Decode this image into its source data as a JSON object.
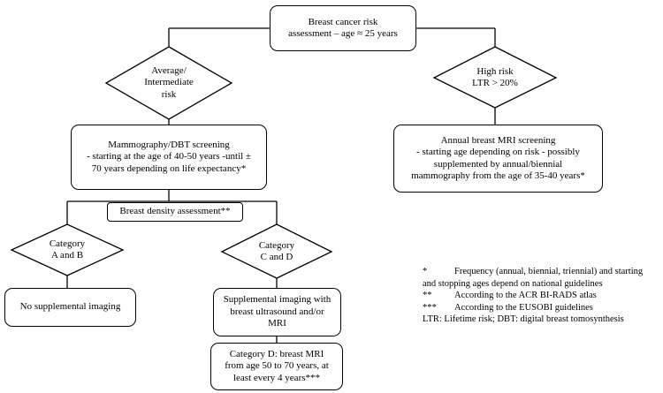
{
  "start": {
    "lines": [
      "Breast cancer risk",
      "assessment – age ≈ 25 years"
    ]
  },
  "decision_average": {
    "lines": [
      "Average/",
      "Intermediate",
      "risk"
    ]
  },
  "decision_high": {
    "lines": [
      "High risk",
      "LTR > 20%"
    ]
  },
  "mammography_box": {
    "lines": [
      "Mammography/DBT screening",
      "- starting at the age of 40-50 years -until ±",
      "70 years depending on life expectancy*"
    ]
  },
  "mri_box": {
    "lines": [
      "Annual breast MRI screening",
      "- starting age depending on risk - possibly",
      "supplemented by annual/biennial",
      "mammography from the age of 35-40 years*"
    ]
  },
  "density_box": {
    "text": "Breast density assessment**"
  },
  "decision_ab": {
    "lines": [
      "Category",
      "A and B"
    ]
  },
  "decision_cd": {
    "lines": [
      "Category",
      "C and D"
    ]
  },
  "no_supplemental": {
    "text": "No supplemental imaging"
  },
  "supplemental_box": {
    "lines": [
      "Supplemental imaging with",
      "breast ultrasound and/or",
      "MRI"
    ]
  },
  "category_d_box": {
    "lines": [
      "Category D: breast MRI",
      "from age 50 to 70 years, at",
      "least every 4 years***"
    ]
  },
  "legend": {
    "star1_mark": "*",
    "star1_line1": "Frequency (annual, biennial, triennial) and starting",
    "star1_line2": "and stopping ages depend on national guidelines",
    "star2_mark": "**",
    "star2_text": "According to the ACR BI-RADS atlas",
    "star3_mark": "***",
    "star3_text": "According to the EUSOBI guidelines",
    "abbrev": "LTR: Lifetime risk; DBT: digital breast tomosynthesis"
  }
}
